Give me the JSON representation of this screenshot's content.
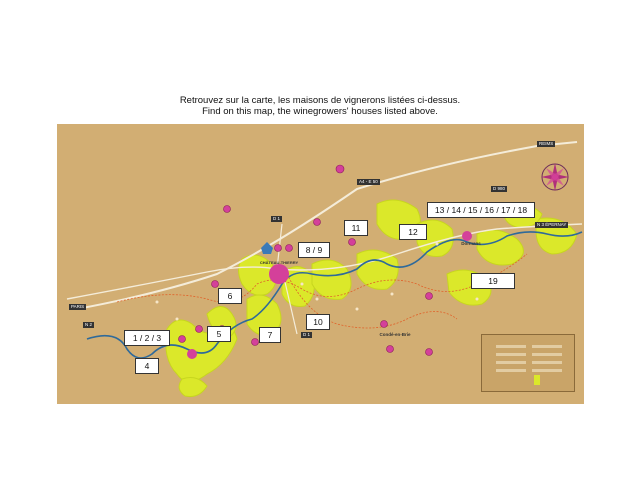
{
  "caption": {
    "line1": "Retrouvez sur la carte, les maisons de vignerons listées ci-dessus.",
    "line2": "Find on this map, the winegrowers' houses listed above."
  },
  "map": {
    "colors": {
      "background": "#d2ae73",
      "vineyard": "#dbe82a",
      "vineyard_edge": "#c7d61e",
      "river": "#2f6a9a",
      "road": "#f4ecd9",
      "route": "#e0632b",
      "marker": "#d4409a"
    },
    "road_labels": {
      "reims": "REIMS",
      "paris": "PARIS",
      "a4": "A4 - E 50",
      "d1_top": "D 1",
      "d1_bottom": "D 1",
      "n2": "N 2",
      "n3": "N 3 ÉPERNAY",
      "d980": "D 980"
    },
    "towns": {
      "chateau_thierry": "CHÂTEAU-THIERRY",
      "dormans": "Dormans",
      "conde_en_brie": "Condé-en-Brie"
    },
    "labels": [
      {
        "id": "1-2-3",
        "text": "1 / 2 / 3"
      },
      {
        "id": "4",
        "text": "4"
      },
      {
        "id": "5",
        "text": "5"
      },
      {
        "id": "6",
        "text": "6"
      },
      {
        "id": "7",
        "text": "7"
      },
      {
        "id": "8-9",
        "text": "8 / 9"
      },
      {
        "id": "10",
        "text": "10"
      },
      {
        "id": "11",
        "text": "11"
      },
      {
        "id": "12",
        "text": "12"
      },
      {
        "id": "13-18",
        "text": "13 / 14 / 15 / 16 / 17 / 18"
      },
      {
        "id": "19",
        "text": "19"
      }
    ],
    "icons": [
      "compass-rose-icon",
      "winery-marker-icon",
      "castle-icon",
      "museum-icon"
    ]
  }
}
